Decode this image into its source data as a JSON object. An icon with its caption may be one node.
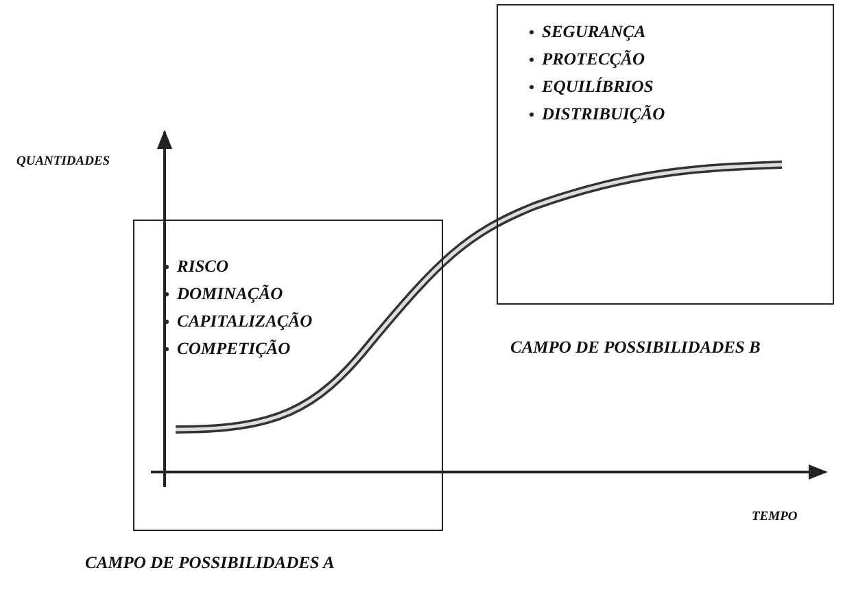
{
  "diagram": {
    "nodes": [
      {
        "text": [
          "SEGURANÇA",
          "PROTECÇÃO",
          "EQUILÍBRIOS",
          "DISTRIBUIÇÃO",
          "CAMPO DE POSSIBILIDADES B"
        ]
      },
      {
        "text": [
          "RISCO",
          "DOMINAÇÃO",
          "CAPITALIZAÇÃO",
          "COMPETIÇÃO",
          "CAMPO DE POSSIBILIDADES A"
        ]
      }
    ],
    "edges": [],
    "labels": [
      "QUANTIDADES",
      "TEMPO"
    ]
  }
}
